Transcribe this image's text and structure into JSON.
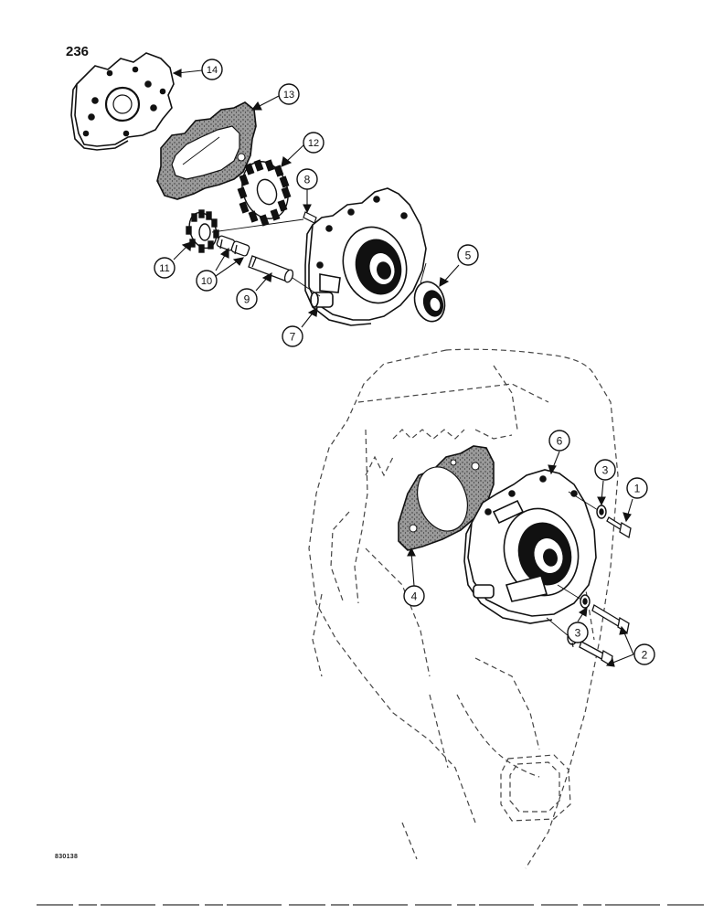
{
  "page_number": "236",
  "figure_code": "830138",
  "callouts": {
    "c1": "1",
    "c2": "2",
    "c3a": "3",
    "c3b": "3",
    "c4": "4",
    "c5": "5",
    "c6": "6",
    "c7": "7",
    "c8": "8",
    "c9": "9",
    "c10": "10",
    "c11": "11",
    "c12": "12",
    "c13": "13",
    "c14": "14"
  },
  "colors": {
    "ink": "#111111",
    "paper": "#ffffff",
    "gasket": "#777777",
    "ghost": "#444444"
  }
}
